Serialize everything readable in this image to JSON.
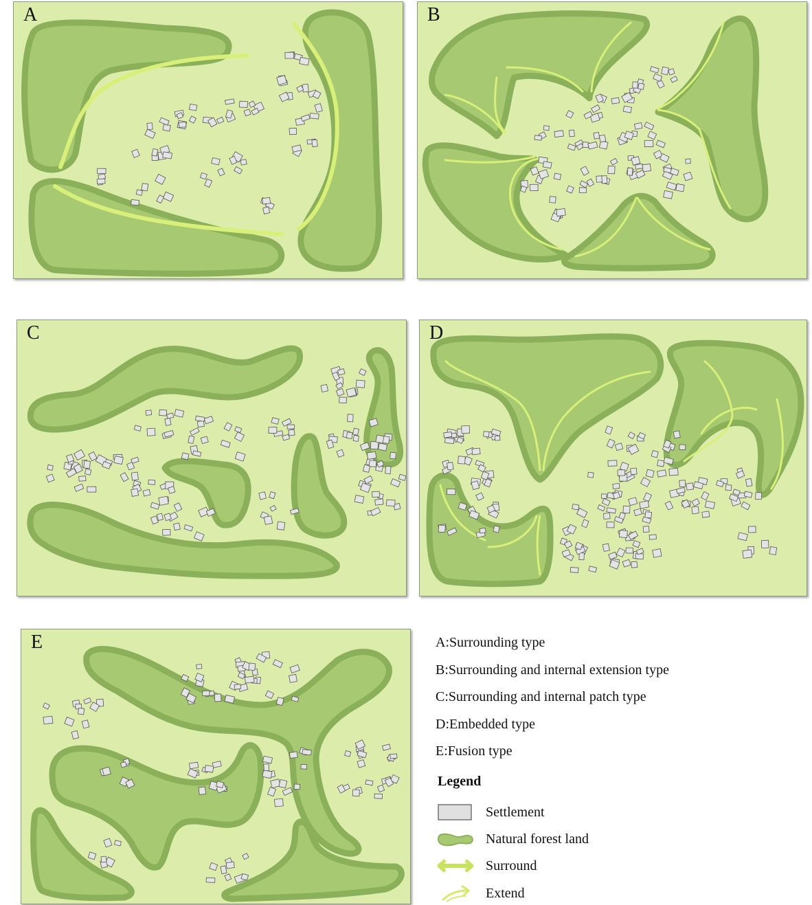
{
  "panels": [
    {
      "id": "A",
      "label": "A"
    },
    {
      "id": "B",
      "label": "B"
    },
    {
      "id": "C",
      "label": "C"
    },
    {
      "id": "D",
      "label": "D"
    },
    {
      "id": "E",
      "label": "E"
    }
  ],
  "types": [
    "A:Surrounding type",
    "B:Surrounding and internal extension type",
    "C:Surrounding and internal patch type",
    "D:Embedded type",
    "E:Fusion type"
  ],
  "legend": {
    "title": "Legend",
    "items": [
      {
        "label": "Settlement",
        "icon": "settlement-icon"
      },
      {
        "label": "Natural forest land",
        "icon": "forest-land-icon"
      },
      {
        "label": "Surround",
        "icon": "surround-arrow-icon"
      },
      {
        "label": "Extend",
        "icon": "extend-arrow-icon"
      }
    ]
  },
  "colors": {
    "background": "#dcecab",
    "forest_fill": "#a7c972",
    "forest_edge": "#8bb05a",
    "arrow": "#d8ef7a",
    "settlement_fill": "#e4e4e4",
    "settlement_edge": "#555555"
  }
}
